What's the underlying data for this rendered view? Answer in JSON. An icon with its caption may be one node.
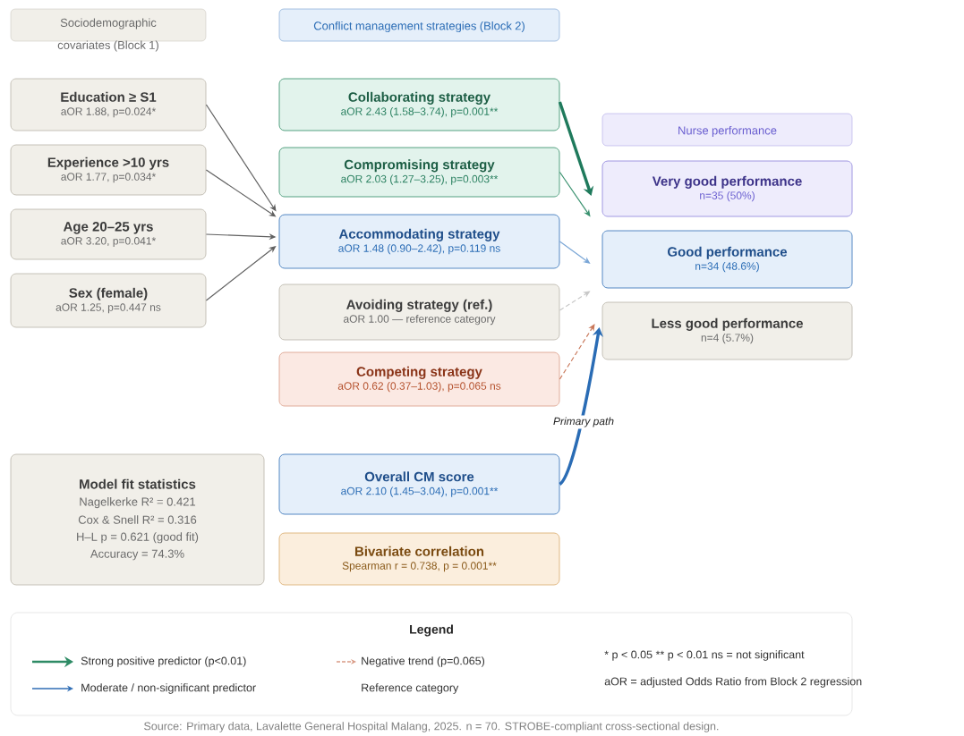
{
  "diagram": {
    "caption": "Source: Primary data, Lavalette General Hospital Malang, 2025. n = 70. STROBE-compliant cross-sectional design.",
    "nodes": [
      {
        "text": [
          "Sociodemographic covariates (Block 1)"
        ]
      },
      {
        "text": [
          "Conflict management strategies (Block 2)"
        ]
      },
      {
        "text": [
          "Education ≥ S1",
          "aOR 1.88, p=0.024*"
        ]
      },
      {
        "text": [
          "Experience >10 yrs",
          "aOR 1.77, p=0.034*"
        ]
      },
      {
        "text": [
          "Age 20–25 yrs",
          "aOR 3.20, p=0.041*"
        ]
      },
      {
        "text": [
          "Sex (female)",
          "aOR 1.25, p=0.447 ns"
        ]
      },
      {
        "text": [
          "Collaborating strategy",
          "aOR 2.43 (1.58–3.74), p=0.001**"
        ]
      },
      {
        "text": [
          "Compromising strategy",
          "aOR 2.03 (1.27–3.25), p=0.003**"
        ]
      },
      {
        "text": [
          "Accommodating strategy",
          "aOR 1.48 (0.90–2.42), p=0.119 ns"
        ]
      },
      {
        "text": [
          "Avoiding strategy (ref.)",
          "aOR 1.00 — reference category"
        ]
      },
      {
        "text": [
          "Competing strategy",
          "aOR 0.62 (0.37–1.03), p=0.065 ns"
        ]
      },
      {
        "text": [
          "Nurse performance"
        ]
      },
      {
        "text": [
          "Very good performance",
          "n=35 (50%)"
        ]
      },
      {
        "text": [
          "Good performance",
          "n=34 (48.6%)"
        ]
      },
      {
        "text": [
          "Less good performance",
          "n=4 (5.7%)"
        ]
      },
      {
        "text": [
          "Model fit statistics",
          "Nagelkerke R² = 0.421",
          "Cox & Snell R² = 0.316",
          "H–L p = 0.621 (good fit)",
          "Accuracy = 74.3%"
        ]
      },
      {
        "text": [
          "Overall CM score",
          "aOR 2.10 (1.45–3.04), p=0.001**"
        ]
      },
      {
        "text": [
          "Bivariate correlation",
          "Spearman r = 0.738, p = 0.001**"
        ]
      }
    ],
    "edges": [
      {
        "from": 2,
        "to": 8,
        "arrow": "to"
      },
      {
        "from": 3,
        "to": 8,
        "arrow": "to"
      },
      {
        "from": 4,
        "to": 8,
        "arrow": "to"
      },
      {
        "from": 5,
        "to": 8,
        "arrow": "to"
      },
      {
        "from": 6,
        "to": 12,
        "arrow": "to",
        "style": "thick",
        "color": "#1f7a5c"
      },
      {
        "from": 7,
        "to": 12,
        "arrow": "to",
        "color": "#3a9270"
      },
      {
        "from": 8,
        "to": 13,
        "arrow": "to",
        "color": "#7aa6d6"
      },
      {
        "from": 9,
        "to": 13,
        "arrow": "to",
        "style": "dashed",
        "color": "#c8c8c8"
      },
      {
        "from": 10,
        "to": 14,
        "arrow": "to",
        "style": "dashed",
        "color": "#c9785a"
      },
      {
        "from": 16,
        "to": 14,
        "arrow": "to",
        "style": "thick",
        "color": "#2a6cb5",
        "label": "Primary path"
      }
    ],
    "labels": [
      "Legend",
      "* p < 0.05 ** p < 0.01 ns = not significant",
      "aOR = adjusted Odds Ratio from Block 2 regression"
    ],
    "legend": [
      {
        "text": "Strong positive predictor (p<0.01)"
      },
      {
        "text": "Negative trend (p=0.065)"
      },
      {
        "text": "Moderate / non-significant predictor"
      },
      {
        "text": "Reference category"
      }
    ]
  }
}
